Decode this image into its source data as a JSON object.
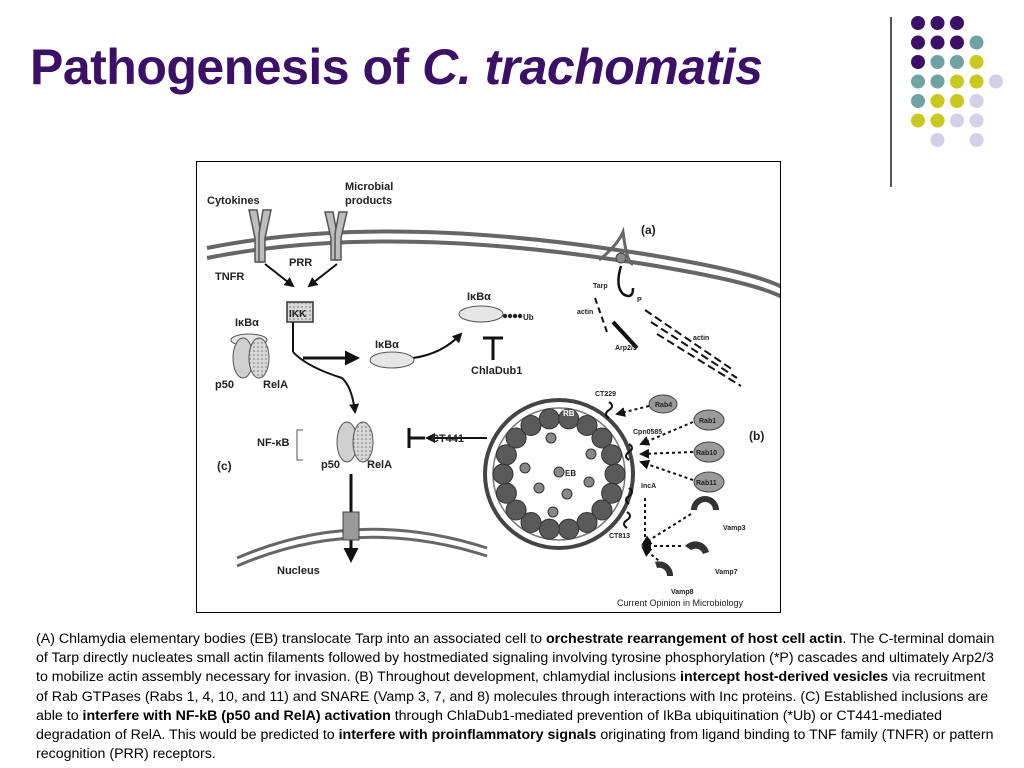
{
  "title": {
    "main": "Pathogenesis of",
    "italic": "C. trachomatis"
  },
  "decor": {
    "dot_colors": {
      "purple": "#3b1066",
      "teal": "#6fa3a3",
      "lime": "#c8c81e",
      "lavender": "#d4d0e8"
    }
  },
  "figure": {
    "labels": {
      "cytokines": "Cytokines",
      "microbial_1": "Microbial",
      "microbial_2": "products",
      "tnfr": "TNFR",
      "prr": "PRR",
      "ikk": "IKK",
      "ikba": "IκBα",
      "p50": "p50",
      "rela": "RelA",
      "nfkb": "NF-κB",
      "ub": "Ub",
      "chladub1": "ChlaDub1",
      "ct441": "CT441",
      "nucleus": "Nucleus",
      "panel_a": "(a)",
      "panel_b": "(b)",
      "panel_c": "(c)",
      "tarp": "Tarp",
      "p_star": "P",
      "actin": "actin",
      "arp23": "Arp2/3",
      "ct229": "CT229",
      "rab4": "Rab4",
      "cpn0585": "Cpn0585",
      "rab1": "Rab1",
      "rab10": "Rab10",
      "rab11": "Rab11",
      "rb": "RB",
      "eb": "EB",
      "inca": "IncA",
      "ct813": "CT813",
      "vamp3": "Vamp3",
      "vamp7": "Vamp7",
      "vamp8": "Vamp8",
      "credit": "Current Opinion in Microbiology"
    }
  },
  "caption": {
    "s1": "(A) Chlamydia elementary bodies (EB) translocate Tarp into an associated cell to ",
    "b1": "orchestrate rearrangement of host cell actin",
    "s2": ". The C-terminal domain of Tarp directly nucleates small actin filaments followed by hostmediated signaling involving tyrosine phosphorylation (*P) cascades and ultimately Arp2/3 to mobilize actin assembly necessary for invasion. (B) Throughout development, chlamydial inclusions ",
    "b2": "intercept host-derived vesicles",
    "s3": " via recruitment of Rab GTPases (Rabs 1, 4, 10, and 11) and SNARE (Vamp 3, 7, and 8) molecules through interactions with Inc proteins. (C) Established inclusions are able to ",
    "b3": "interfere with NF-kB (p50 and RelA) activation",
    "s4": " through ChlaDub1-mediated prevention of IkBa ubiquitination (*Ub) or CT441-mediated degradation of RelA. This would be predicted to ",
    "b4": "interfere with proinflammatory signals",
    "s5": " originating from ligand binding to TNF family (TNFR) or pattern recognition (PRR) receptors."
  }
}
